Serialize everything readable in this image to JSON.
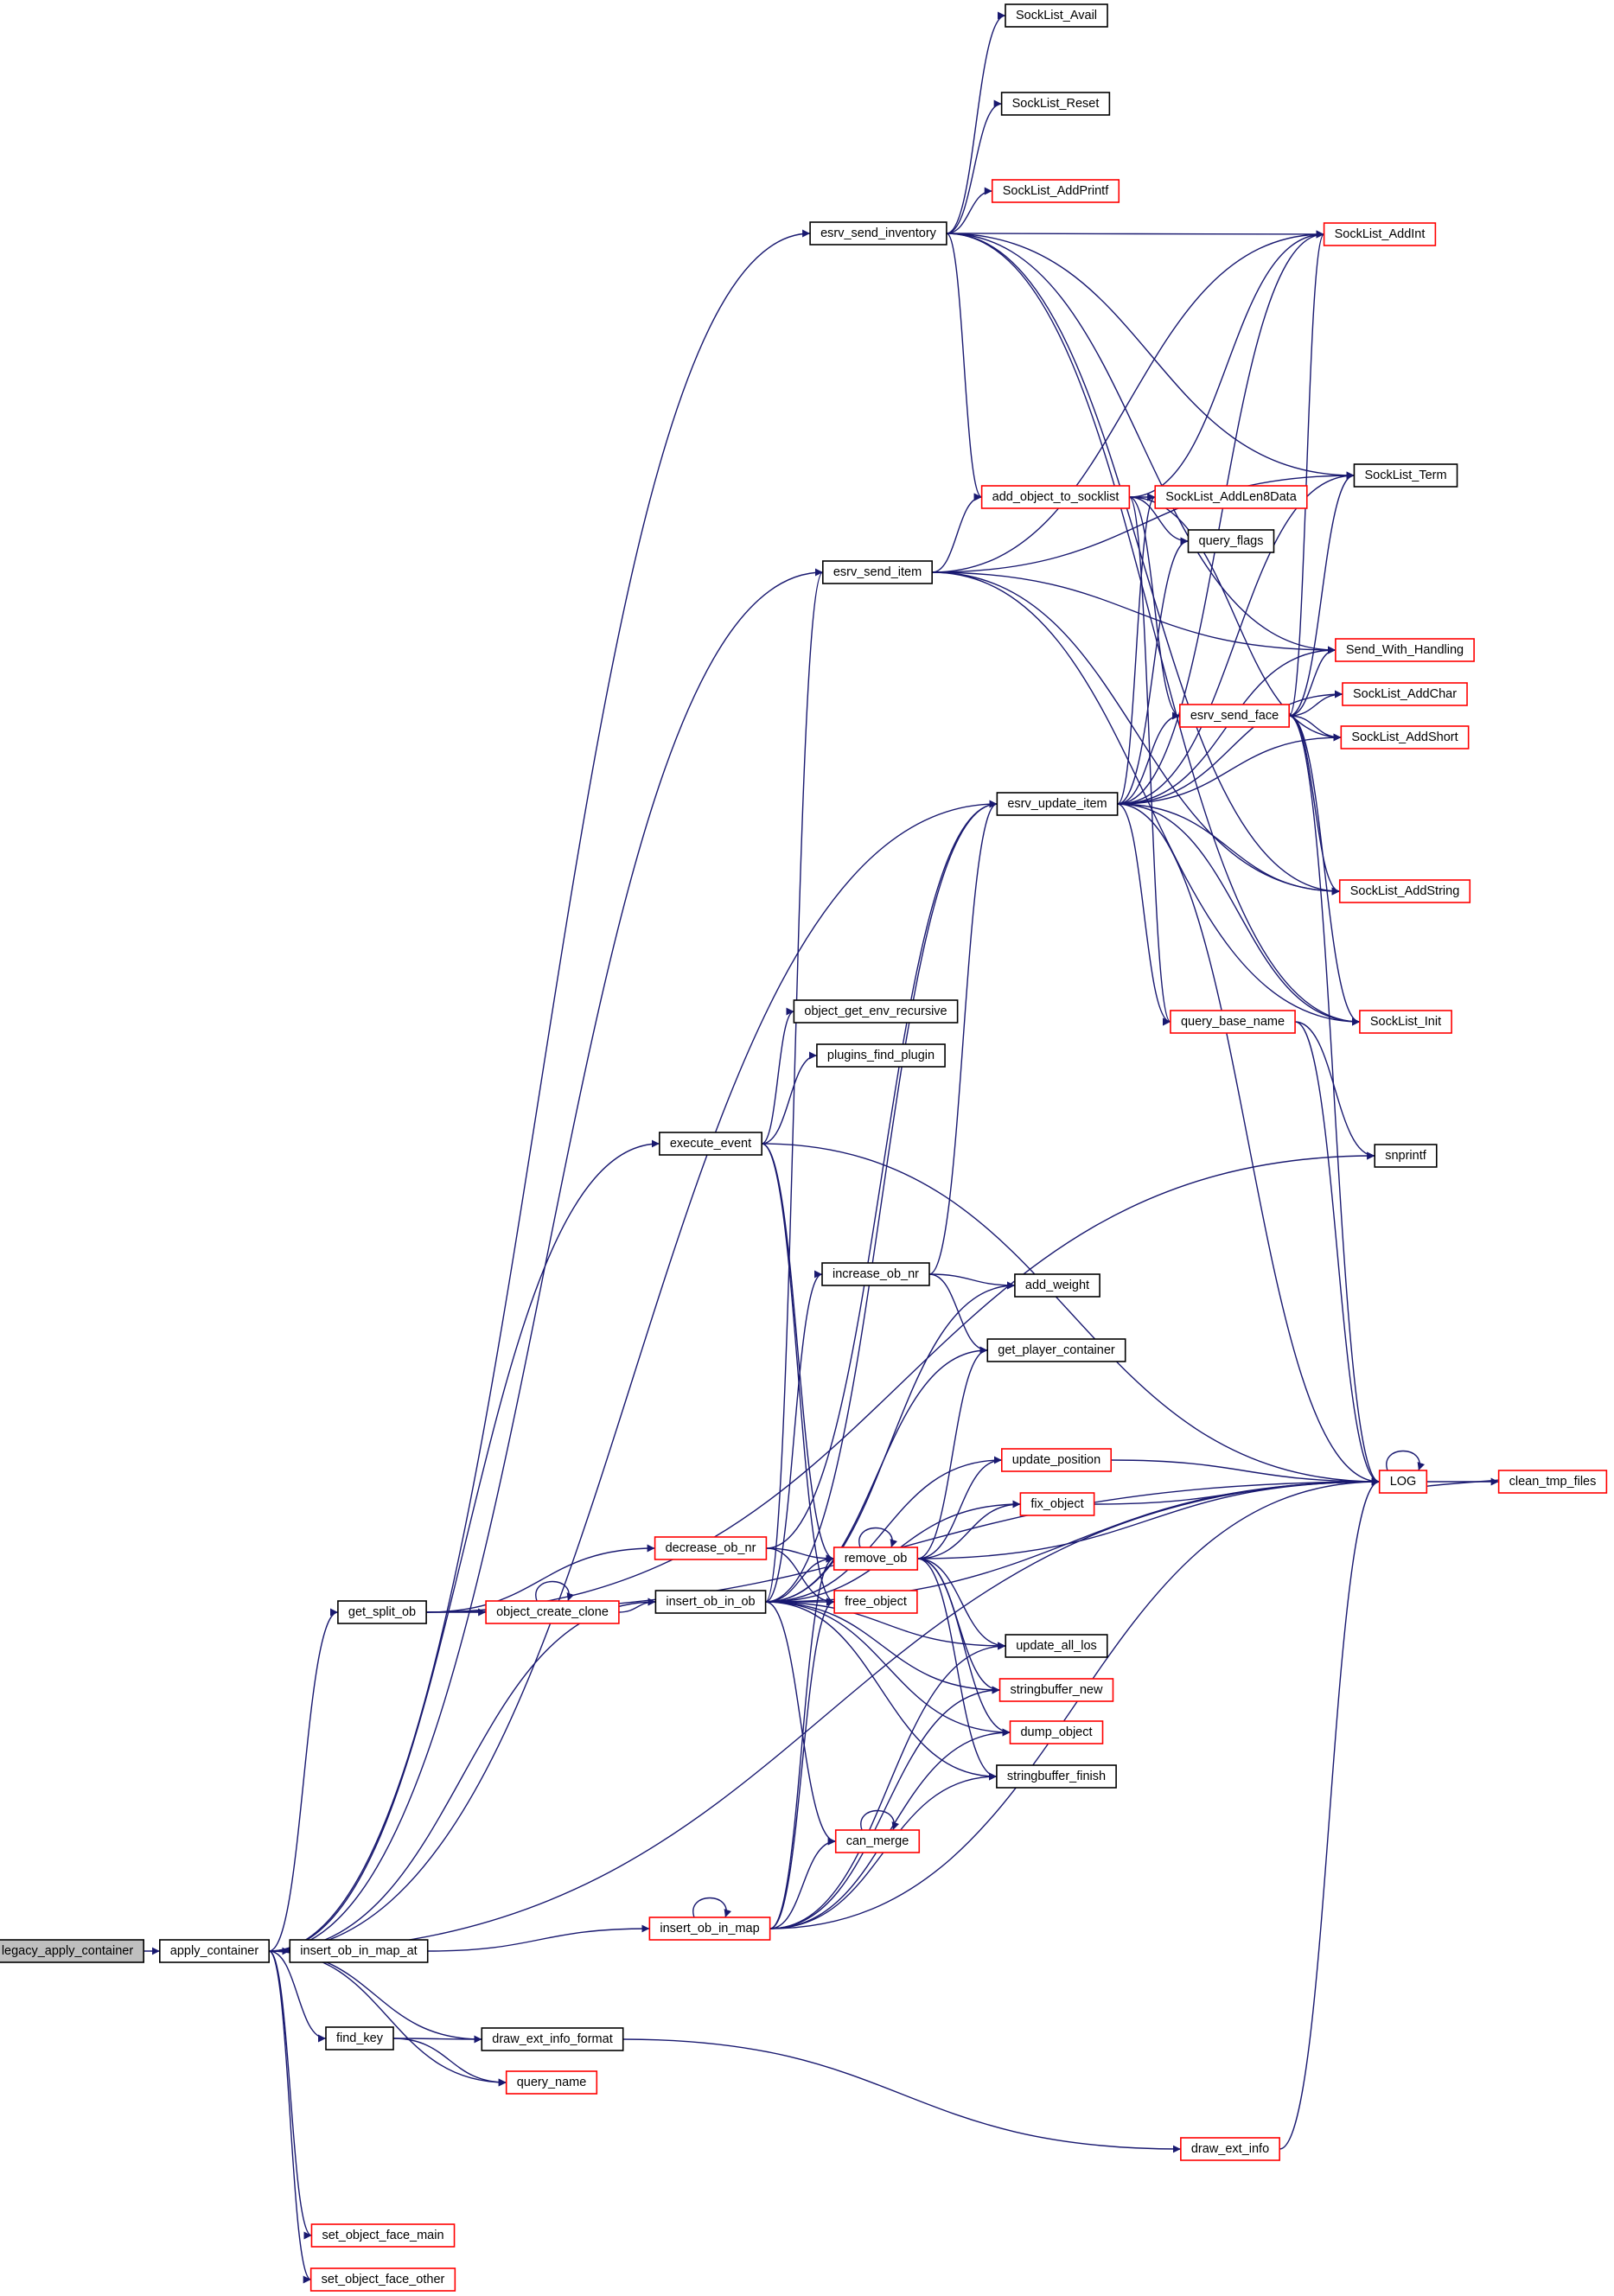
{
  "title": "legacy_apply_container call graph",
  "colors": {
    "edge": "#191970",
    "truncated_border": "#ff0000",
    "normal_border": "#000000",
    "root_fill": "#bfbfbf"
  },
  "nodes": [
    {
      "id": "legacy_apply_container",
      "label": "legacy_apply_container",
      "style": "root"
    },
    {
      "id": "apply_container",
      "label": "apply_container",
      "style": "normal"
    },
    {
      "id": "SockList_Avail",
      "label": "SockList_Avail",
      "style": "normal"
    },
    {
      "id": "SockList_Reset",
      "label": "SockList_Reset",
      "style": "normal"
    },
    {
      "id": "SockList_AddPrintf",
      "label": "SockList_AddPrintf",
      "style": "red"
    },
    {
      "id": "esrv_send_inventory",
      "label": "esrv_send_inventory",
      "style": "normal"
    },
    {
      "id": "SockList_AddInt",
      "label": "SockList_AddInt",
      "style": "red"
    },
    {
      "id": "SockList_Term",
      "label": "SockList_Term",
      "style": "normal"
    },
    {
      "id": "add_object_to_socklist",
      "label": "add_object_to_socklist",
      "style": "red"
    },
    {
      "id": "SockList_AddLen8Data",
      "label": "SockList_AddLen8Data",
      "style": "red"
    },
    {
      "id": "query_flags",
      "label": "query_flags",
      "style": "normal"
    },
    {
      "id": "esrv_send_item",
      "label": "esrv_send_item",
      "style": "normal"
    },
    {
      "id": "Send_With_Handling",
      "label": "Send_With_Handling",
      "style": "red"
    },
    {
      "id": "SockList_AddChar",
      "label": "SockList_AddChar",
      "style": "red"
    },
    {
      "id": "esrv_send_face",
      "label": "esrv_send_face",
      "style": "red"
    },
    {
      "id": "SockList_AddShort",
      "label": "SockList_AddShort",
      "style": "red"
    },
    {
      "id": "esrv_update_item",
      "label": "esrv_update_item",
      "style": "normal"
    },
    {
      "id": "SockList_AddString",
      "label": "SockList_AddString",
      "style": "red"
    },
    {
      "id": "query_base_name",
      "label": "query_base_name",
      "style": "red"
    },
    {
      "id": "SockList_Init",
      "label": "SockList_Init",
      "style": "red"
    },
    {
      "id": "object_get_env_recursive",
      "label": "object_get_env_recursive",
      "style": "normal"
    },
    {
      "id": "plugins_find_plugin",
      "label": "plugins_find_plugin",
      "style": "normal"
    },
    {
      "id": "execute_event",
      "label": "execute_event",
      "style": "normal"
    },
    {
      "id": "snprintf",
      "label": "snprintf",
      "style": "normal"
    },
    {
      "id": "increase_ob_nr",
      "label": "increase_ob_nr",
      "style": "normal"
    },
    {
      "id": "add_weight",
      "label": "add_weight",
      "style": "normal"
    },
    {
      "id": "get_player_container",
      "label": "get_player_container",
      "style": "normal"
    },
    {
      "id": "update_position",
      "label": "update_position",
      "style": "red"
    },
    {
      "id": "LOG",
      "label": "LOG",
      "style": "red"
    },
    {
      "id": "clean_tmp_files",
      "label": "clean_tmp_files",
      "style": "red"
    },
    {
      "id": "fix_object",
      "label": "fix_object",
      "style": "red"
    },
    {
      "id": "decrease_ob_nr",
      "label": "decrease_ob_nr",
      "style": "red"
    },
    {
      "id": "remove_ob",
      "label": "remove_ob",
      "style": "red"
    },
    {
      "id": "insert_ob_in_ob",
      "label": "insert_ob_in_ob",
      "style": "normal"
    },
    {
      "id": "free_object",
      "label": "free_object",
      "style": "red"
    },
    {
      "id": "get_split_ob",
      "label": "get_split_ob",
      "style": "normal"
    },
    {
      "id": "object_create_clone",
      "label": "object_create_clone",
      "style": "red"
    },
    {
      "id": "update_all_los",
      "label": "update_all_los",
      "style": "normal"
    },
    {
      "id": "stringbuffer_new",
      "label": "stringbuffer_new",
      "style": "red"
    },
    {
      "id": "dump_object",
      "label": "dump_object",
      "style": "red"
    },
    {
      "id": "stringbuffer_finish",
      "label": "stringbuffer_finish",
      "style": "normal"
    },
    {
      "id": "can_merge",
      "label": "can_merge",
      "style": "red"
    },
    {
      "id": "insert_ob_in_map",
      "label": "insert_ob_in_map",
      "style": "red"
    },
    {
      "id": "insert_ob_in_map_at",
      "label": "insert_ob_in_map_at",
      "style": "normal"
    },
    {
      "id": "find_key",
      "label": "find_key",
      "style": "normal"
    },
    {
      "id": "draw_ext_info_format",
      "label": "draw_ext_info_format",
      "style": "normal"
    },
    {
      "id": "query_name",
      "label": "query_name",
      "style": "red"
    },
    {
      "id": "draw_ext_info",
      "label": "draw_ext_info",
      "style": "red"
    },
    {
      "id": "set_object_face_main",
      "label": "set_object_face_main",
      "style": "red"
    },
    {
      "id": "set_object_face_other",
      "label": "set_object_face_other",
      "style": "red"
    }
  ],
  "edges": [
    [
      "legacy_apply_container",
      "apply_container"
    ],
    [
      "apply_container",
      "esrv_send_inventory"
    ],
    [
      "apply_container",
      "esrv_send_item"
    ],
    [
      "apply_container",
      "esrv_update_item"
    ],
    [
      "apply_container",
      "execute_event"
    ],
    [
      "apply_container",
      "get_split_ob"
    ],
    [
      "apply_container",
      "insert_ob_in_ob"
    ],
    [
      "apply_container",
      "insert_ob_in_map_at"
    ],
    [
      "apply_container",
      "find_key"
    ],
    [
      "apply_container",
      "draw_ext_info_format"
    ],
    [
      "apply_container",
      "query_name"
    ],
    [
      "apply_container",
      "set_object_face_main"
    ],
    [
      "apply_container",
      "set_object_face_other"
    ],
    [
      "apply_container",
      "LOG"
    ],
    [
      "esrv_send_inventory",
      "SockList_Avail"
    ],
    [
      "esrv_send_inventory",
      "SockList_Reset"
    ],
    [
      "esrv_send_inventory",
      "SockList_AddPrintf"
    ],
    [
      "esrv_send_inventory",
      "SockList_AddInt"
    ],
    [
      "esrv_send_inventory",
      "SockList_Term"
    ],
    [
      "esrv_send_inventory",
      "add_object_to_socklist"
    ],
    [
      "esrv_send_inventory",
      "Send_With_Handling"
    ],
    [
      "esrv_send_inventory",
      "SockList_AddString"
    ],
    [
      "esrv_send_inventory",
      "SockList_Init"
    ],
    [
      "esrv_send_item",
      "SockList_AddInt"
    ],
    [
      "esrv_send_item",
      "SockList_Term"
    ],
    [
      "esrv_send_item",
      "add_object_to_socklist"
    ],
    [
      "esrv_send_item",
      "Send_With_Handling"
    ],
    [
      "esrv_send_item",
      "SockList_Init"
    ],
    [
      "esrv_send_item",
      "SockList_AddString"
    ],
    [
      "add_object_to_socklist",
      "SockList_AddLen8Data"
    ],
    [
      "add_object_to_socklist",
      "query_flags"
    ],
    [
      "add_object_to_socklist",
      "SockList_AddInt"
    ],
    [
      "add_object_to_socklist",
      "SockList_AddShort"
    ],
    [
      "add_object_to_socklist",
      "esrv_send_face"
    ],
    [
      "add_object_to_socklist",
      "query_base_name"
    ],
    [
      "esrv_send_face",
      "SockList_AddInt"
    ],
    [
      "esrv_send_face",
      "SockList_Term"
    ],
    [
      "esrv_send_face",
      "Send_With_Handling"
    ],
    [
      "esrv_send_face",
      "SockList_AddChar"
    ],
    [
      "esrv_send_face",
      "SockList_AddShort"
    ],
    [
      "esrv_send_face",
      "SockList_AddString"
    ],
    [
      "esrv_send_face",
      "SockList_Init"
    ],
    [
      "esrv_send_face",
      "LOG"
    ],
    [
      "esrv_update_item",
      "SockList_AddLen8Data"
    ],
    [
      "esrv_update_item",
      "query_flags"
    ],
    [
      "esrv_update_item",
      "esrv_send_face"
    ],
    [
      "esrv_update_item",
      "SockList_AddChar"
    ],
    [
      "esrv_update_item",
      "SockList_AddShort"
    ],
    [
      "esrv_update_item",
      "SockList_AddString"
    ],
    [
      "esrv_update_item",
      "SockList_Init"
    ],
    [
      "esrv_update_item",
      "SockList_Term"
    ],
    [
      "esrv_update_item",
      "Send_With_Handling"
    ],
    [
      "esrv_update_item",
      "query_base_name"
    ],
    [
      "esrv_update_item",
      "LOG"
    ],
    [
      "esrv_update_item",
      "SockList_AddInt"
    ],
    [
      "query_base_name",
      "LOG"
    ],
    [
      "query_base_name",
      "snprintf"
    ],
    [
      "execute_event",
      "object_get_env_recursive"
    ],
    [
      "execute_event",
      "plugins_find_plugin"
    ],
    [
      "execute_event",
      "LOG"
    ],
    [
      "execute_event",
      "remove_ob"
    ],
    [
      "execute_event",
      "free_object"
    ],
    [
      "get_split_ob",
      "decrease_ob_nr"
    ],
    [
      "get_split_ob",
      "object_create_clone"
    ],
    [
      "get_split_ob",
      "snprintf"
    ],
    [
      "get_split_ob",
      "LOG"
    ],
    [
      "object_create_clone",
      "object_create_clone"
    ],
    [
      "object_create_clone",
      "insert_ob_in_ob"
    ],
    [
      "decrease_ob_nr",
      "esrv_update_item"
    ],
    [
      "decrease_ob_nr",
      "remove_ob"
    ],
    [
      "decrease_ob_nr",
      "free_object"
    ],
    [
      "insert_ob_in_ob",
      "esrv_send_item"
    ],
    [
      "insert_ob_in_ob",
      "increase_ob_nr"
    ],
    [
      "insert_ob_in_ob",
      "add_weight"
    ],
    [
      "insert_ob_in_ob",
      "get_player_container"
    ],
    [
      "insert_ob_in_ob",
      "LOG"
    ],
    [
      "insert_ob_in_ob",
      "update_position"
    ],
    [
      "insert_ob_in_ob",
      "fix_object"
    ],
    [
      "insert_ob_in_ob",
      "remove_ob"
    ],
    [
      "insert_ob_in_ob",
      "free_object"
    ],
    [
      "insert_ob_in_ob",
      "update_all_los"
    ],
    [
      "insert_ob_in_ob",
      "stringbuffer_new"
    ],
    [
      "insert_ob_in_ob",
      "dump_object"
    ],
    [
      "insert_ob_in_ob",
      "stringbuffer_finish"
    ],
    [
      "insert_ob_in_ob",
      "can_merge"
    ],
    [
      "insert_ob_in_ob",
      "esrv_update_item"
    ],
    [
      "increase_ob_nr",
      "esrv_update_item"
    ],
    [
      "increase_ob_nr",
      "add_weight"
    ],
    [
      "increase_ob_nr",
      "get_player_container"
    ],
    [
      "remove_ob",
      "remove_ob"
    ],
    [
      "remove_ob",
      "get_player_container"
    ],
    [
      "remove_ob",
      "update_position"
    ],
    [
      "remove_ob",
      "fix_object"
    ],
    [
      "remove_ob",
      "LOG"
    ],
    [
      "remove_ob",
      "update_all_los"
    ],
    [
      "remove_ob",
      "stringbuffer_new"
    ],
    [
      "remove_ob",
      "dump_object"
    ],
    [
      "remove_ob",
      "stringbuffer_finish"
    ],
    [
      "update_position",
      "LOG"
    ],
    [
      "fix_object",
      "LOG"
    ],
    [
      "LOG",
      "LOG"
    ],
    [
      "LOG",
      "clean_tmp_files"
    ],
    [
      "clean_tmp_files",
      "LOG"
    ],
    [
      "can_merge",
      "can_merge"
    ],
    [
      "insert_ob_in_map",
      "insert_ob_in_map"
    ],
    [
      "insert_ob_in_map",
      "remove_ob"
    ],
    [
      "insert_ob_in_map",
      "free_object"
    ],
    [
      "insert_ob_in_map",
      "can_merge"
    ],
    [
      "insert_ob_in_map",
      "stringbuffer_new"
    ],
    [
      "insert_ob_in_map",
      "dump_object"
    ],
    [
      "insert_ob_in_map",
      "stringbuffer_finish"
    ],
    [
      "insert_ob_in_map",
      "update_all_los"
    ],
    [
      "insert_ob_in_map",
      "LOG"
    ],
    [
      "insert_ob_in_map_at",
      "insert_ob_in_map"
    ],
    [
      "find_key",
      "draw_ext_info_format"
    ],
    [
      "find_key",
      "query_name"
    ],
    [
      "draw_ext_info_format",
      "draw_ext_info"
    ],
    [
      "draw_ext_info",
      "LOG"
    ]
  ]
}
